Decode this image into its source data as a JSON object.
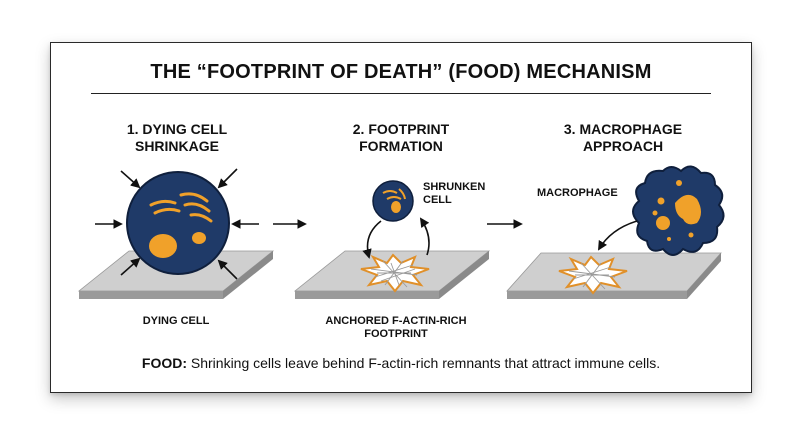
{
  "title": "THE “FOOTPRINT OF DEATH” (FOOD) MECHANISM",
  "steps": [
    {
      "title": "1. DYING CELL\nSHRINKAGE",
      "label": "DYING CELL"
    },
    {
      "title": "2. FOOTPRINT\nFORMATION",
      "label": "ANCHORED F-ACTIN-RICH\nFOOTPRINT",
      "cell_label": "SHRUNKEN\nCELL"
    },
    {
      "title": "3. MACROPHAGE\nAPPROACH",
      "cell_label": "MACROPHAGE"
    }
  ],
  "caption": {
    "term": "FOOD:",
    "text": " Shrinking cells leave behind F-actin-rich remnants that attract immune cells."
  },
  "colors": {
    "cell_fill": "#1f3a68",
    "organelle": "#f0a12a",
    "surface_top": "#cfcfcf",
    "surface_side": "#9a9a9a",
    "footprint": "#e0902a"
  }
}
